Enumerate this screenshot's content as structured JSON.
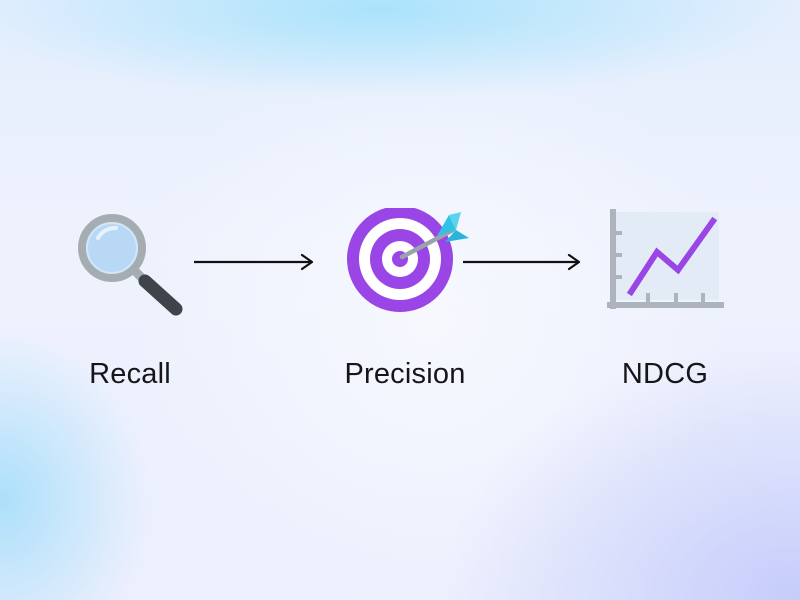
{
  "nodes": [
    {
      "label": "Recall",
      "icon": "magnifying-glass-icon"
    },
    {
      "label": "Precision",
      "icon": "target-dart-icon"
    },
    {
      "label": "NDCG",
      "icon": "line-chart-icon"
    }
  ],
  "colors": {
    "text": "#16161a",
    "arrow": "#111111",
    "target_purple": "#9a45e6",
    "chart_line": "#9a45e6",
    "chart_axis": "#aeb4bb",
    "chart_fill": "#e3ecf6",
    "magnifier_rim": "#a5acb2",
    "magnifier_lens": "#b8d8f5",
    "magnifier_handle": "#3e4449",
    "dart_fletching": "#2fc1e6",
    "dart_shaft": "#9aa3ac"
  }
}
